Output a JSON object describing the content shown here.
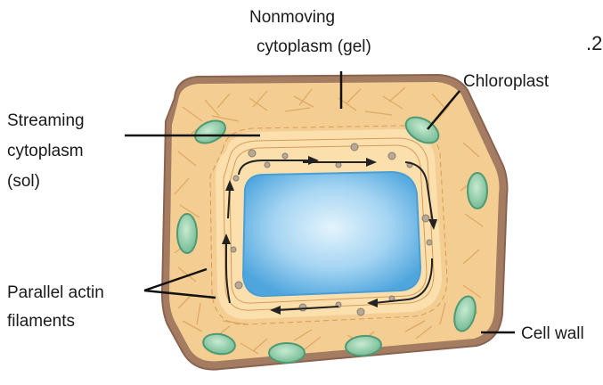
{
  "labels": {
    "nonmoving_line1": "Nonmoving",
    "nonmoving_line2": "cytoplasm (gel)",
    "chloroplast": "Chloroplast",
    "streaming_line1": "Streaming",
    "streaming_line2": "cytoplasm",
    "streaming_line3": "(sol)",
    "actin_line1": "Parallel actin",
    "actin_line2": "filaments",
    "cell_wall": "Cell wall",
    "corner_mark": ".2"
  },
  "colors": {
    "cell_wall": "#a07a60",
    "cytoplasm": "#f3cd92",
    "streaming_zone": "#fbe2b4",
    "fiber": "#e0a860",
    "chloroplast": "#8ec9a4",
    "chloroplast_edge": "#4f9a75",
    "vacuole": "#69b7e6",
    "vacuole_center": "#d6eefa",
    "arrow": "#222222"
  }
}
